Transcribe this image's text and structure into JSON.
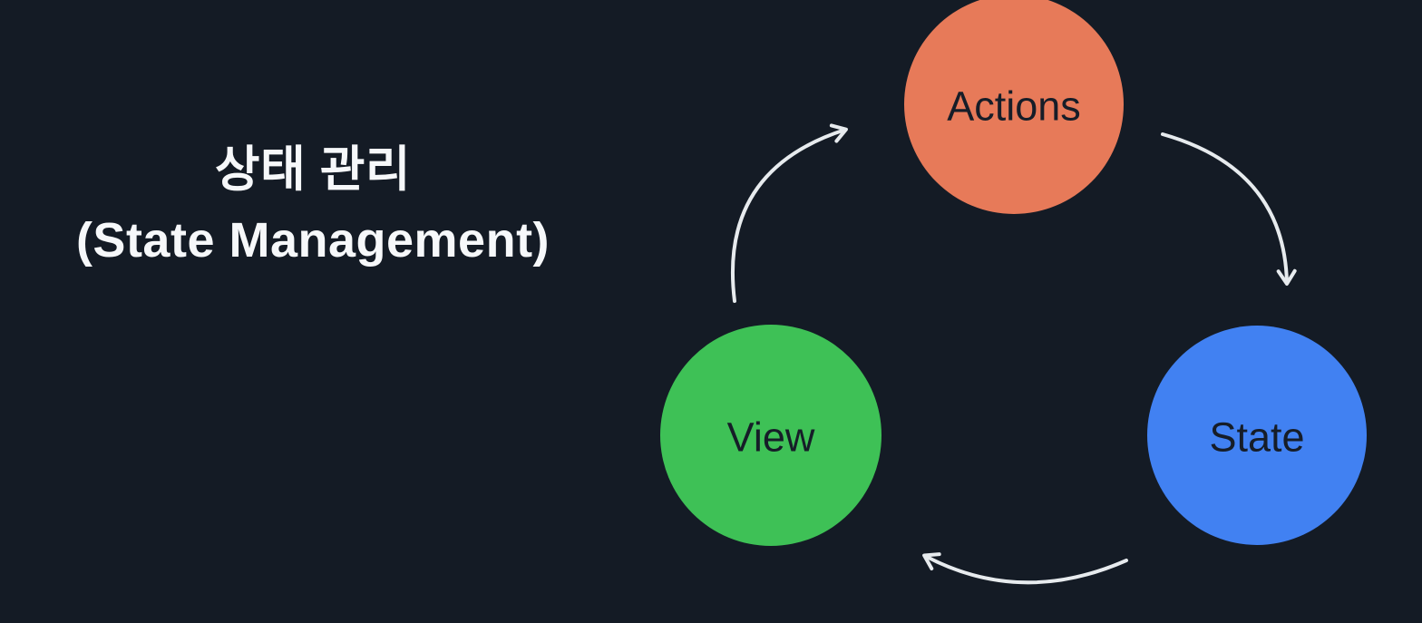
{
  "background_color": "#141b25",
  "title": {
    "line1": "상태 관리",
    "line2": "(State Management)",
    "color": "#f6f8fa"
  },
  "diagram": {
    "type": "cycle",
    "description": "unidirectional data flow cycle",
    "arrow_color": "#e7ebee",
    "node_text_color": "#161d28",
    "nodes": [
      {
        "id": "actions",
        "label": "Actions",
        "color": "#e77a59",
        "position": "top"
      },
      {
        "id": "state",
        "label": "State",
        "color": "#4181f2",
        "position": "bottom-right"
      },
      {
        "id": "view",
        "label": "View",
        "color": "#3ec156",
        "position": "bottom-left"
      }
    ],
    "edges": [
      {
        "from": "view",
        "to": "actions"
      },
      {
        "from": "actions",
        "to": "state"
      },
      {
        "from": "state",
        "to": "view"
      }
    ]
  }
}
